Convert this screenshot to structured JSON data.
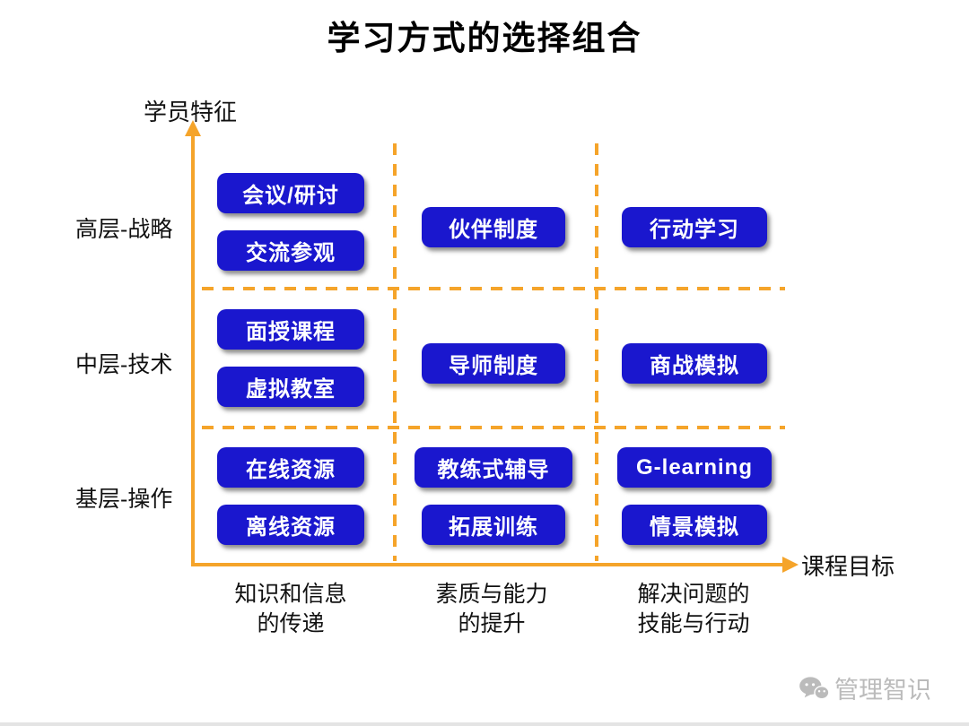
{
  "title": "学习方式的选择组合",
  "y_axis_label": "学员特征",
  "x_axis_label": "课程目标",
  "matrix": {
    "rows": [
      "高层-战略",
      "中层-技术",
      "基层-操作"
    ],
    "columns": [
      [
        "知识和信息",
        "的传递"
      ],
      [
        "素质与能力",
        "的提升"
      ],
      [
        "解决问题的",
        "技能与行动"
      ]
    ],
    "cells": [
      [
        [
          "会议/研讨",
          "交流参观"
        ],
        [
          "伙伴制度"
        ],
        [
          "行动学习"
        ]
      ],
      [
        [
          "面授课程",
          "虚拟教室"
        ],
        [
          "导师制度"
        ],
        [
          "商战模拟"
        ]
      ],
      [
        [
          "在线资源",
          "离线资源"
        ],
        [
          "教练式辅导",
          "拓展训练"
        ],
        [
          "G-learning",
          "情景模拟"
        ]
      ]
    ]
  },
  "watermark": "管理智识",
  "colors": {
    "box_fill": "#1A17CE",
    "box_text": "#FFFFFF",
    "axis_orange": "#F5A42A",
    "watermark_gray": "#BBBBBB"
  }
}
